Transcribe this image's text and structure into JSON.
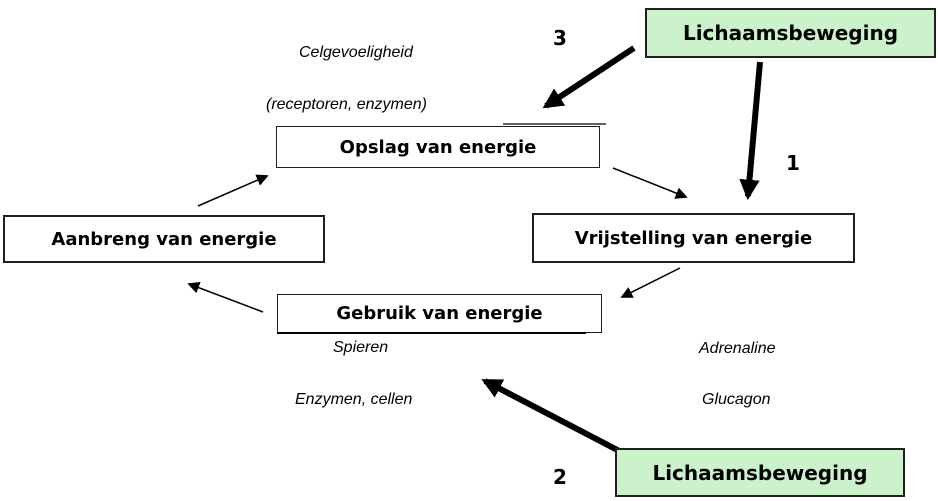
{
  "diagram": {
    "boxes": {
      "lichaamsbeweging_top": "Lichaamsbeweging",
      "opslag": "Opslag van energie",
      "vrijstelling": "Vrijstelling van energie",
      "aanbreng": "Aanbreng van energie",
      "gebruik": "Gebruik van energie",
      "lichaamsbeweging_bottom": "Lichaamsbeweging"
    },
    "annotations": {
      "celgevoeligheid": "Celgevoeligheid",
      "receptoren_enzymen": "(receptoren, enzymen)",
      "spieren": "Spieren",
      "enzymen_cellen": "Enzymen, cellen",
      "adrenaline": "Adrenaline",
      "glucagon": "Glucagon"
    },
    "step_numbers": {
      "step1": "1",
      "step2": "2",
      "step3": "3"
    },
    "colors": {
      "highlight_fill": "#ccf2cc",
      "border": "#1f1f1f",
      "arrow": "#000000",
      "background": "#ffffff"
    }
  }
}
